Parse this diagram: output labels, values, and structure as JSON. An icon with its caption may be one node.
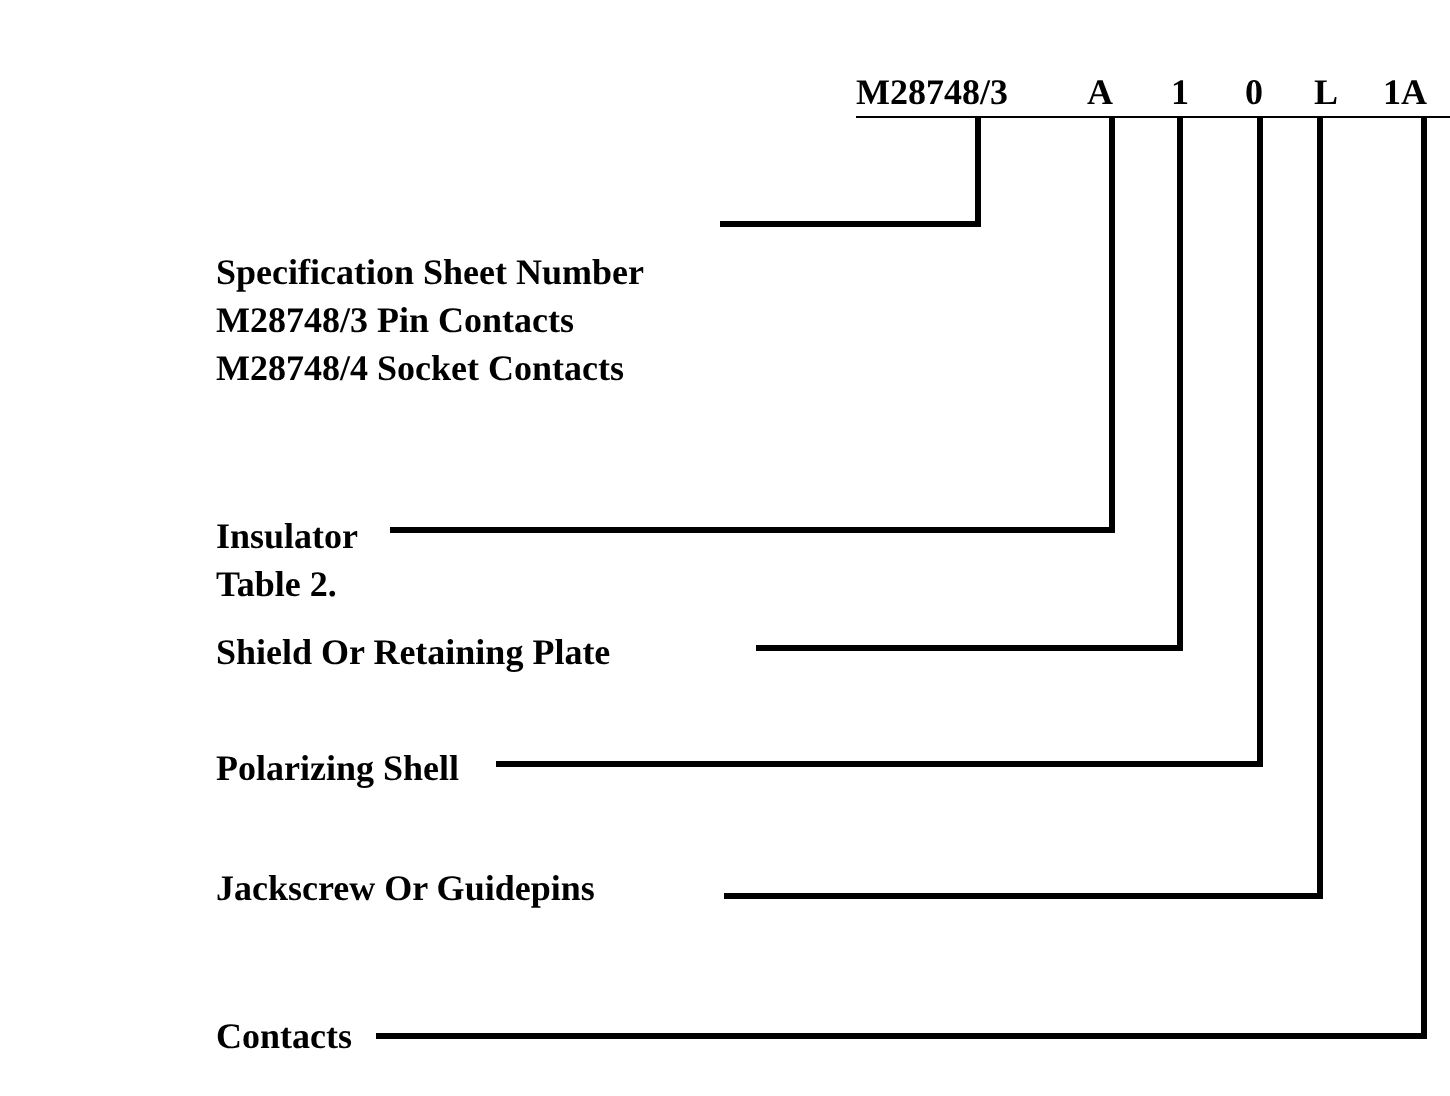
{
  "diagram": {
    "nodes": [
      {
        "text": [
          "M28748/3"
        ]
      },
      {
        "text": [
          "A"
        ]
      },
      {
        "text": [
          "1"
        ]
      },
      {
        "text": [
          "0"
        ]
      },
      {
        "text": [
          "L"
        ]
      },
      {
        "text": [
          "1A"
        ]
      },
      {
        "text": [
          "Specification Sheet Number",
          "M28748/3 Pin Contacts",
          "M28748/4 Socket Contacts"
        ]
      },
      {
        "text": [
          "Insulator",
          "Table 2."
        ]
      },
      {
        "text": [
          "Shield Or Retaining Plate"
        ]
      },
      {
        "text": [
          "Polarizing Shell"
        ]
      },
      {
        "text": [
          "Jackscrew Or Guidepins"
        ]
      },
      {
        "text": [
          "Contacts"
        ]
      }
    ],
    "edges": [
      {
        "from": 6,
        "to": 0,
        "arrow": "none"
      },
      {
        "from": 7,
        "to": 1,
        "arrow": "none"
      },
      {
        "from": 8,
        "to": 2,
        "arrow": "none"
      },
      {
        "from": 9,
        "to": 3,
        "arrow": "none"
      },
      {
        "from": 10,
        "to": 4,
        "arrow": "none"
      },
      {
        "from": 11,
        "to": 5,
        "arrow": "none"
      }
    ]
  }
}
